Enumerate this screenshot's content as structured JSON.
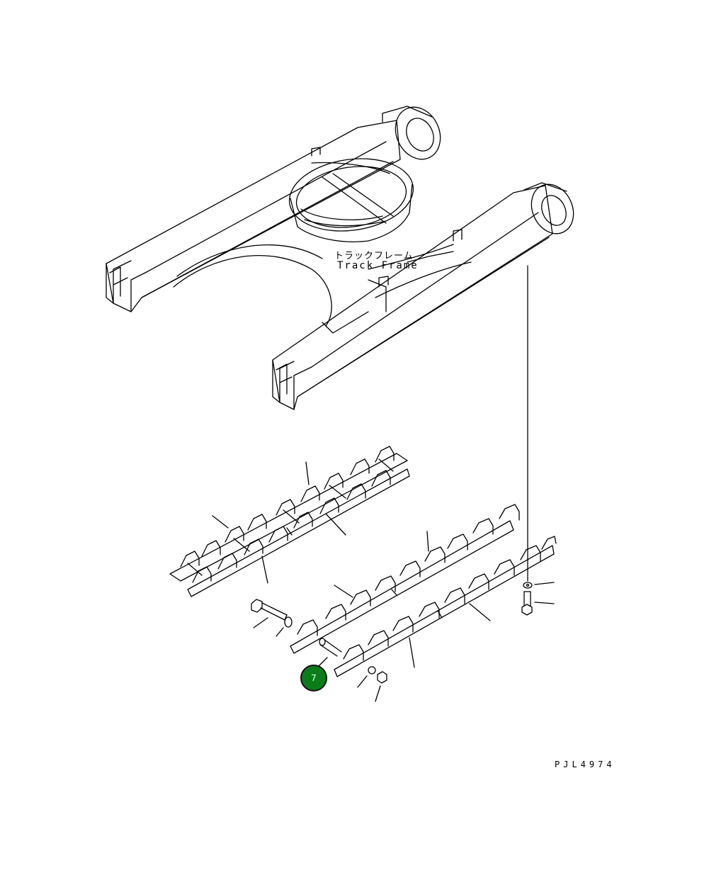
{
  "frame": {
    "label_jp": "トラックフレーム",
    "label_en": "Track Frame"
  },
  "callouts": [
    {
      "number": "7",
      "color": "#0a7d1a"
    }
  ],
  "drawing_code": "PJL4974"
}
